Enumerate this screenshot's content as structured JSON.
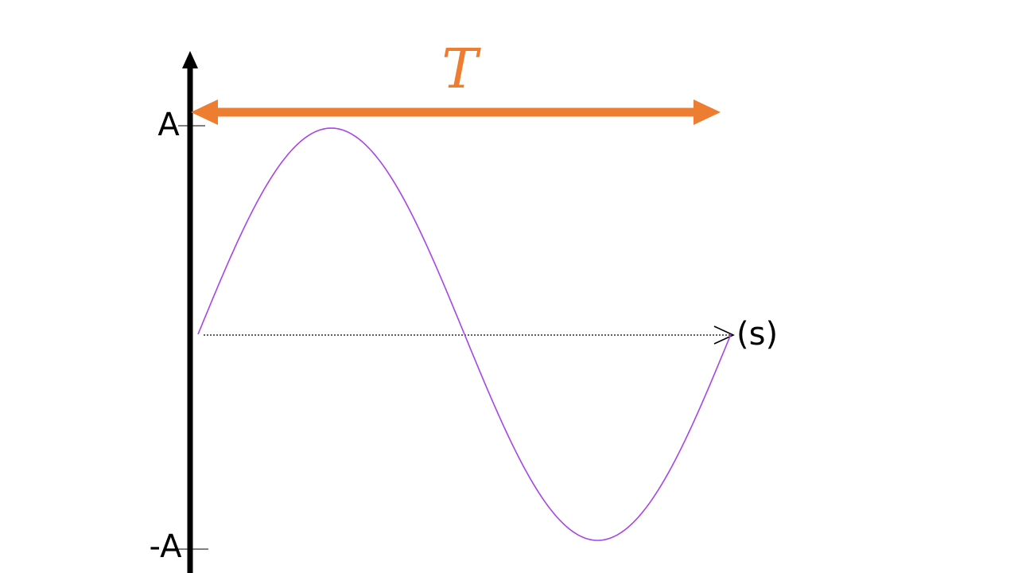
{
  "diagram": {
    "amplitude_top_label": "A",
    "amplitude_bottom_label": "-A",
    "period_label": "T",
    "time_axis_unit": "(s)",
    "wave": {
      "type": "sine",
      "cycles": 1
    },
    "colors": {
      "wave": "#a845e6",
      "period_arrow": "#ed7d31",
      "axis": "#000000"
    }
  }
}
